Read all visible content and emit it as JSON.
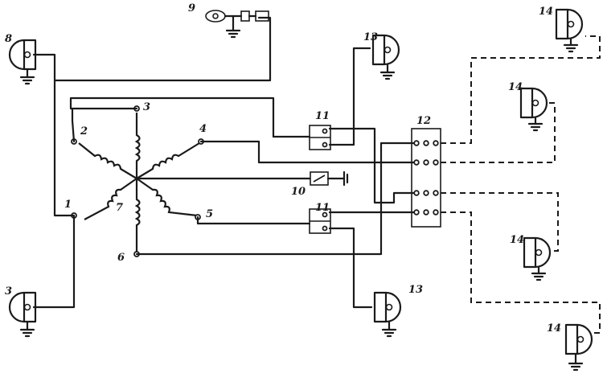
{
  "labels": {
    "n1": "1",
    "n2": "2",
    "n3_top": "3",
    "n3_bottom": "3",
    "n4": "4",
    "n5": "5",
    "n6": "6",
    "n7": "7",
    "n8": "8",
    "n9": "9",
    "n10": "10",
    "n11_top": "11",
    "n11_bottom": "11",
    "n12": "12",
    "n13_top": "13",
    "n13_bottom": "13",
    "n14_a": "14",
    "n14_b": "14",
    "n14_c": "14",
    "n14_d": "14"
  }
}
